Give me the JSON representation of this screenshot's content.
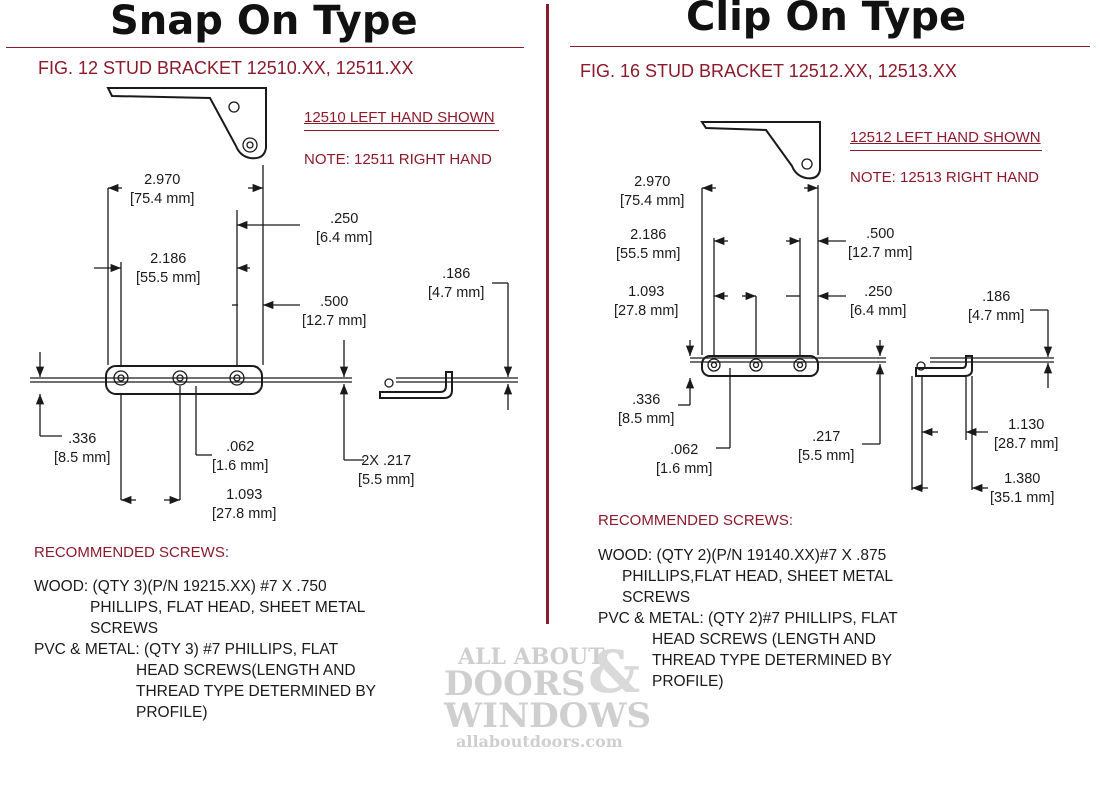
{
  "left": {
    "title": "Snap On Type",
    "figure": "FIG. 12  STUD BRACKET 12510.XX, 12511.XX",
    "shown": "12510 LEFT HAND SHOWN",
    "note": "NOTE: 12511 RIGHT HAND",
    "dims": {
      "d2970": [
        "2.970",
        "[75.4 mm]"
      ],
      "d250": [
        ".250",
        "[6.4 mm]"
      ],
      "d2186": [
        "2.186",
        "[55.5 mm]"
      ],
      "d500": [
        ".500",
        "[12.7 mm]"
      ],
      "d186": [
        ".186",
        "[4.7 mm]"
      ],
      "d336": [
        ".336",
        "[8.5 mm]"
      ],
      "d062": [
        ".062",
        "[1.6 mm]"
      ],
      "d217": [
        "2X .217",
        "[5.5 mm]"
      ],
      "d1093": [
        "1.093",
        "[27.8 mm]"
      ]
    },
    "screws_heading": "RECOMMENDED SCREWS:",
    "screws": [
      "WOOD: (QTY 3)(P/N 19215.XX) #7 X .750",
      "PHILLIPS, FLAT HEAD, SHEET METAL",
      "SCREWS",
      "PVC & METAL: (QTY 3) #7 PHILLIPS, FLAT",
      "HEAD SCREWS(LENGTH AND",
      "THREAD TYPE DETERMINED BY",
      "PROFILE)"
    ]
  },
  "right": {
    "title": "Clip On Type",
    "figure": "FIG. 16  STUD BRACKET 12512.XX, 12513.XX",
    "shown": "12512 LEFT HAND SHOWN",
    "note": "NOTE: 12513 RIGHT HAND",
    "dims": {
      "d2970": [
        "2.970",
        "[75.4 mm]"
      ],
      "d2186": [
        "2.186",
        "[55.5 mm]"
      ],
      "d500": [
        ".500",
        "[12.7 mm]"
      ],
      "d1093": [
        "1.093",
        "[27.8 mm]"
      ],
      "d250": [
        ".250",
        "[6.4 mm]"
      ],
      "d186": [
        ".186",
        "[4.7 mm]"
      ],
      "d336": [
        ".336",
        "[8.5 mm]"
      ],
      "d062": [
        ".062",
        "[1.6 mm]"
      ],
      "d217": [
        ".217",
        "[5.5 mm]"
      ],
      "d1130": [
        "1.130",
        "[28.7 mm]"
      ],
      "d1380": [
        "1.380",
        "[35.1 mm]"
      ]
    },
    "screws_heading": "RECOMMENDED SCREWS:",
    "screws": [
      "WOOD: (QTY 2)(P/N 19140.XX)#7 X .875",
      "PHILLIPS,FLAT HEAD, SHEET METAL",
      "SCREWS",
      "PVC & METAL: (QTY 2)#7 PHILLIPS, FLAT",
      "HEAD SCREWS (LENGTH AND",
      "THREAD TYPE DETERMINED BY",
      "PROFILE)"
    ]
  },
  "watermark": {
    "line1": "ALL ABOUT",
    "line2": "DOORS",
    "amp": "&",
    "line3": "WINDOWS",
    "url": "allaboutdoors.com"
  }
}
